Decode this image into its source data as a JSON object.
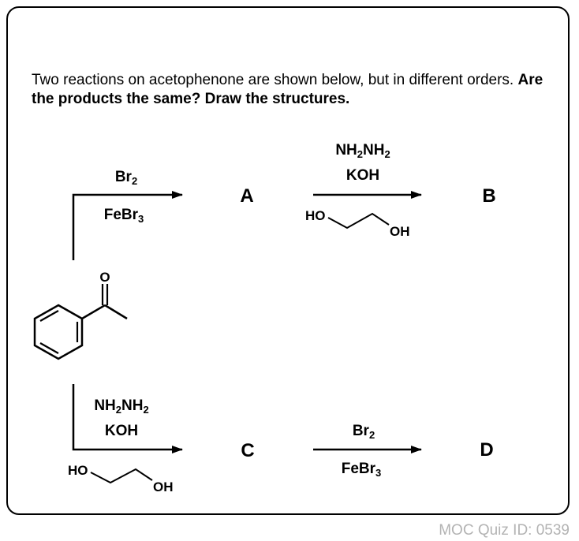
{
  "question": {
    "line1": "Two reactions on acetophenone are shown below, but in different orders.",
    "emphasis": "Are the products the same? Draw the structures."
  },
  "top_route": {
    "step1": {
      "reagent1": "Br",
      "reagent1_sub": "2",
      "reagent2": "FeBr",
      "reagent2_sub": "3"
    },
    "product1": "A",
    "step2": {
      "reagent1": "NH",
      "reagent1_sub": "2",
      "reagent1b": "NH",
      "reagent1b_sub": "2",
      "reagent2": "KOH",
      "solvent_left": "HO",
      "solvent_right": "OH"
    },
    "product2": "B"
  },
  "bottom_route": {
    "step1": {
      "reagent1": "NH",
      "reagent1_sub": "2",
      "reagent1b": "NH",
      "reagent1b_sub": "2",
      "reagent2": "KOH",
      "solvent_left": "HO",
      "solvent_right": "OH"
    },
    "product1": "C",
    "step2": {
      "reagent1": "Br",
      "reagent1_sub": "2",
      "reagent2": "FeBr",
      "reagent2_sub": "3"
    },
    "product2": "D"
  },
  "molecule": {
    "carbonyl_atom": "O"
  },
  "watermark": "MOC Quiz ID: 0539"
}
